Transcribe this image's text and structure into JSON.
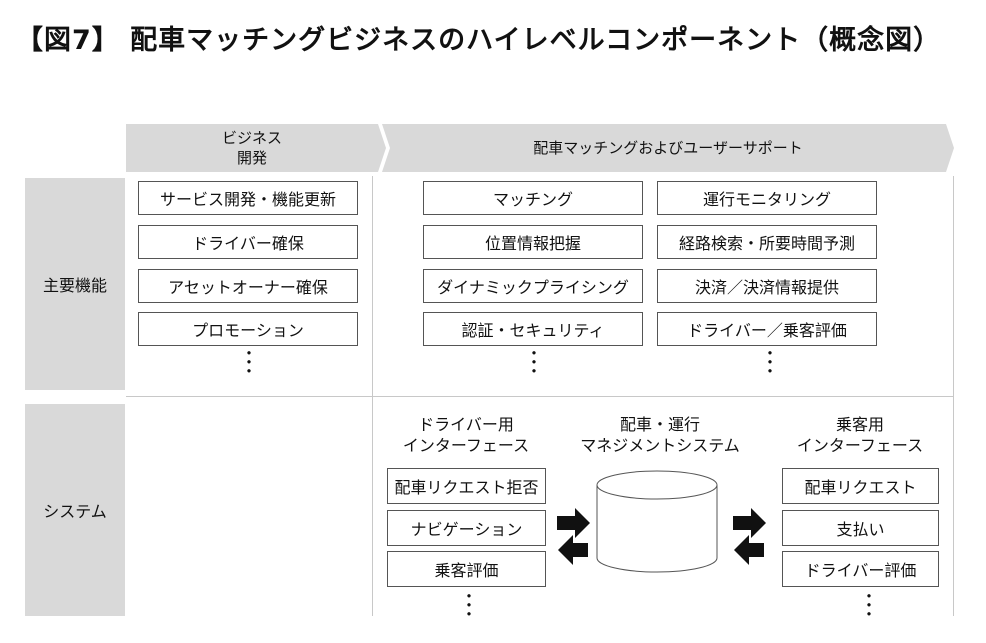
{
  "title": "【図7】 配車マッチングビジネスのハイレベルコンポーネント（概念図）",
  "headers": {
    "business_dev": "ビジネス\n開発",
    "dispatch_support": "配車マッチングおよびユーザーサポート"
  },
  "rows": {
    "main_functions": "主要機能",
    "system": "システム"
  },
  "business_dev_items": [
    "サービス開発・機能更新",
    "ドライバー確保",
    "アセットオーナー確保",
    "プロモーション"
  ],
  "dispatch_col1_items": [
    "マッチング",
    "位置情報把握",
    "ダイナミックプライシング",
    "認証・セキュリティ"
  ],
  "dispatch_col2_items": [
    "運行モニタリング",
    "経路検索・所要時間予測",
    "決済／決済情報提供",
    "ドライバー／乗客評価"
  ],
  "system": {
    "driver_interface_title": "ドライバー用\nインターフェース",
    "management_title": "配車・運行\nマネジメントシステム",
    "passenger_interface_title": "乗客用\nインターフェース",
    "driver_items": [
      "配車リクエスト拒否",
      "ナビゲーション",
      "乗客評価"
    ],
    "passenger_items": [
      "配車リクエスト",
      "支払い",
      "ドライバー評価"
    ]
  },
  "ellipsis": "・\n・\n・",
  "colors": {
    "header_fill": "#d9d9d9",
    "row_label_fill": "#d9d9d9",
    "grid_line": "#c8c8c8",
    "box_border": "#555555",
    "arrow": "#111111"
  }
}
